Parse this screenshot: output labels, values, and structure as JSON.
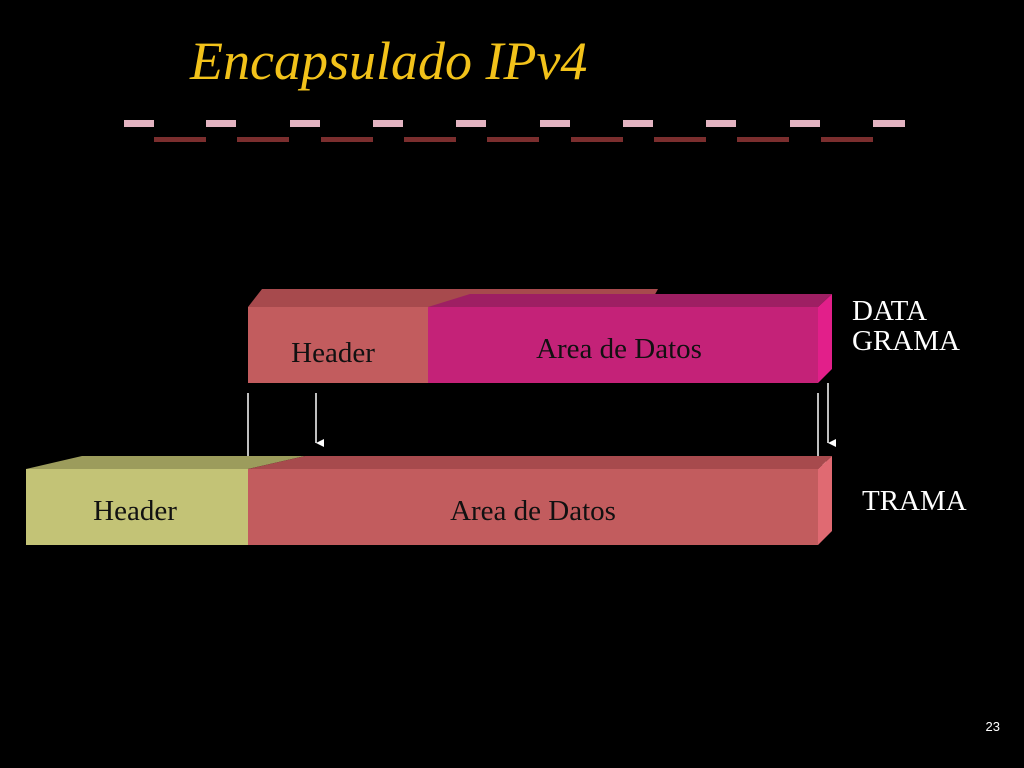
{
  "slide": {
    "title": "Encapsulado IPv4",
    "page_number": "23"
  },
  "datagram": {
    "header_label": "Header",
    "data_label": "Area de Datos",
    "side_label_line1": "DATA",
    "side_label_line2": "GRAMA"
  },
  "frame": {
    "header_label": "Header",
    "data_label": "Area de Datos",
    "side_label": "TRAMA"
  },
  "colors": {
    "title": "#f2c21a",
    "datagram_header": "#c25c5e",
    "datagram_data": "#c42278",
    "frame_header": "#c3c376",
    "frame_data": "#c25c5e",
    "dashes_dark": "#6e2b2b",
    "dashes_light": "#e3b3c1"
  }
}
